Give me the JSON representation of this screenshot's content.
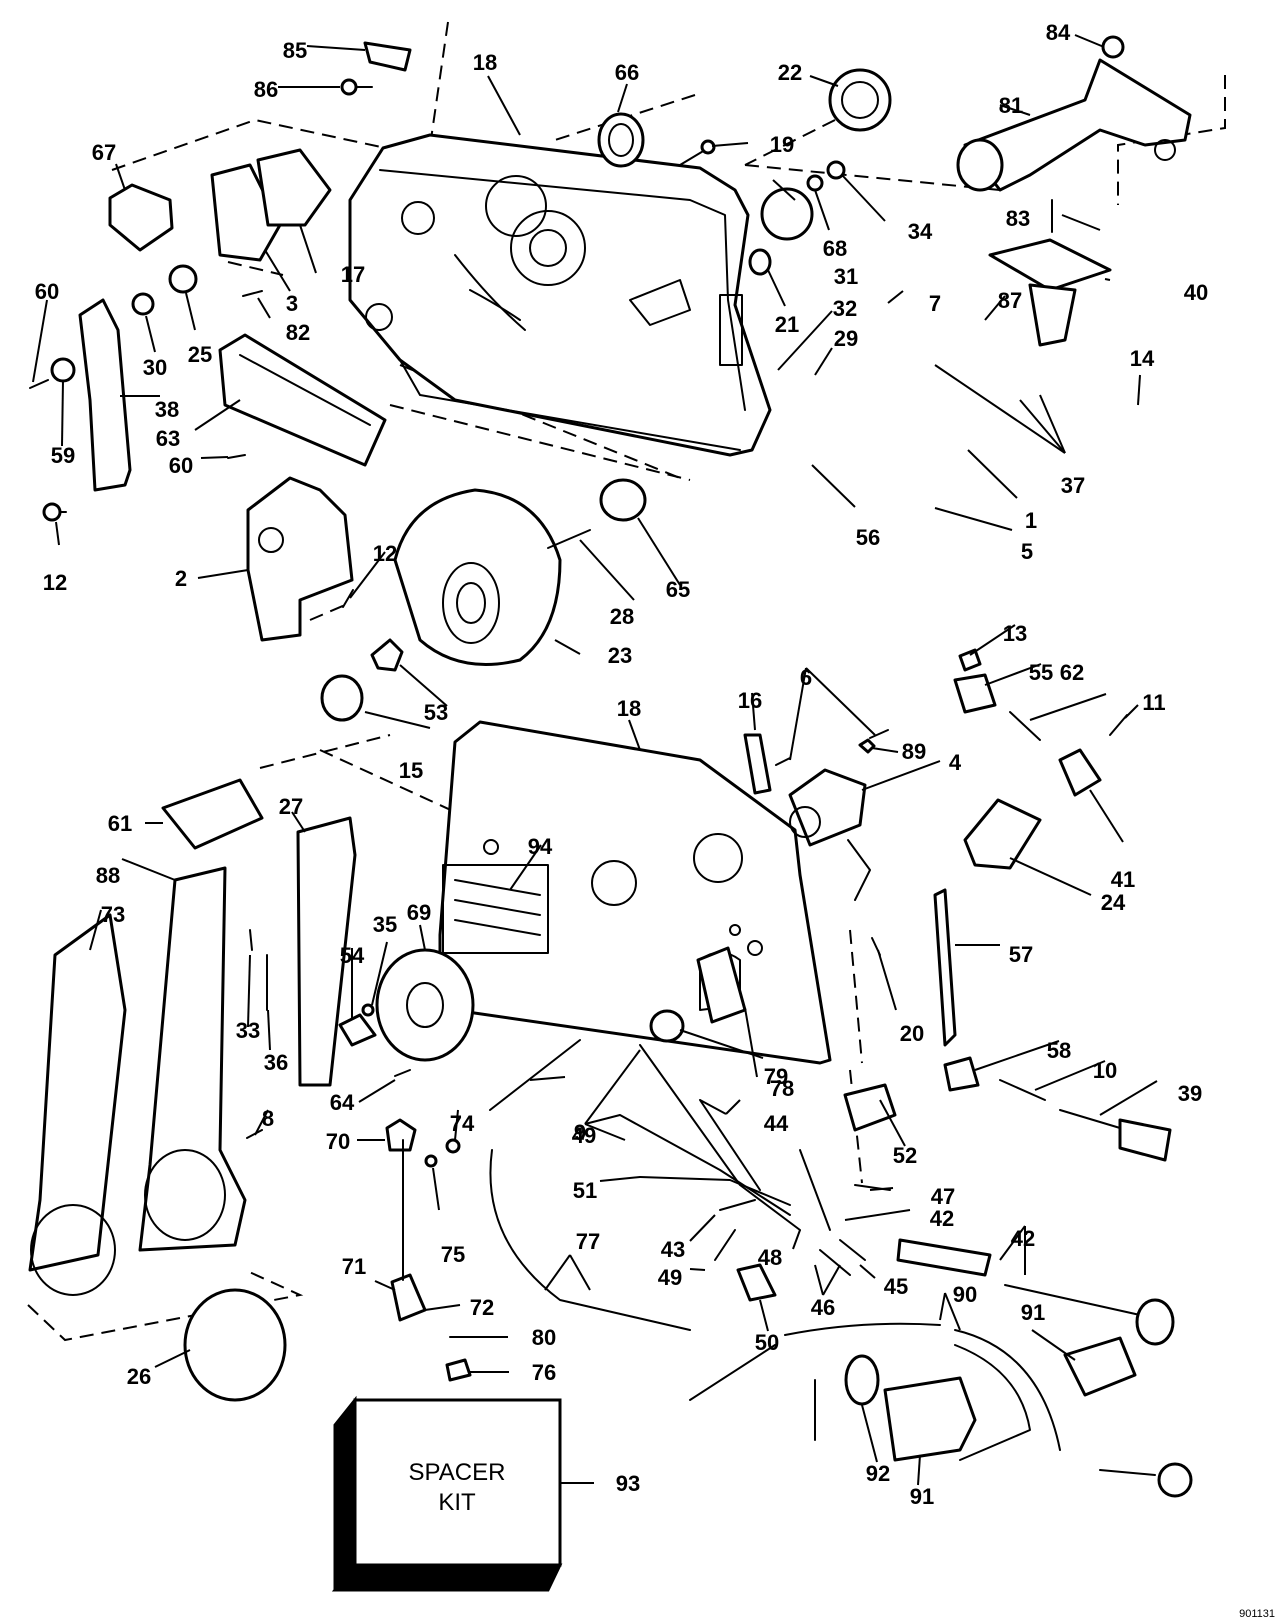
{
  "spacer_kit": {
    "line1": "SPACER",
    "line2": "KIT",
    "callout": "93"
  },
  "figure_code": "901131",
  "callouts": [
    {
      "id": "1",
      "label": "1"
    },
    {
      "id": "2",
      "label": "2"
    },
    {
      "id": "3",
      "label": "3"
    },
    {
      "id": "4",
      "label": "4"
    },
    {
      "id": "5",
      "label": "5"
    },
    {
      "id": "6",
      "label": "6"
    },
    {
      "id": "7",
      "label": "7"
    },
    {
      "id": "8",
      "label": "8"
    },
    {
      "id": "9",
      "label": "9"
    },
    {
      "id": "10",
      "label": "10"
    },
    {
      "id": "11",
      "label": "11"
    },
    {
      "id": "12a",
      "label": "12"
    },
    {
      "id": "12b",
      "label": "12"
    },
    {
      "id": "13",
      "label": "13"
    },
    {
      "id": "14",
      "label": "14"
    },
    {
      "id": "15",
      "label": "15"
    },
    {
      "id": "16",
      "label": "16"
    },
    {
      "id": "17",
      "label": "17"
    },
    {
      "id": "18a",
      "label": "18"
    },
    {
      "id": "18b",
      "label": "18"
    },
    {
      "id": "19",
      "label": "19"
    },
    {
      "id": "20",
      "label": "20"
    },
    {
      "id": "21",
      "label": "21"
    },
    {
      "id": "22",
      "label": "22"
    },
    {
      "id": "23",
      "label": "23"
    },
    {
      "id": "24",
      "label": "24"
    },
    {
      "id": "25",
      "label": "25"
    },
    {
      "id": "26",
      "label": "26"
    },
    {
      "id": "27",
      "label": "27"
    },
    {
      "id": "28",
      "label": "28"
    },
    {
      "id": "29",
      "label": "29"
    },
    {
      "id": "30",
      "label": "30"
    },
    {
      "id": "31",
      "label": "31"
    },
    {
      "id": "32",
      "label": "32"
    },
    {
      "id": "33",
      "label": "33"
    },
    {
      "id": "34",
      "label": "34"
    },
    {
      "id": "35",
      "label": "35"
    },
    {
      "id": "36",
      "label": "36"
    },
    {
      "id": "37",
      "label": "37"
    },
    {
      "id": "38",
      "label": "38"
    },
    {
      "id": "39",
      "label": "39"
    },
    {
      "id": "40",
      "label": "40"
    },
    {
      "id": "41",
      "label": "41"
    },
    {
      "id": "42a",
      "label": "42"
    },
    {
      "id": "42b",
      "label": "42"
    },
    {
      "id": "43",
      "label": "43"
    },
    {
      "id": "44",
      "label": "44"
    },
    {
      "id": "45",
      "label": "45"
    },
    {
      "id": "46",
      "label": "46"
    },
    {
      "id": "47",
      "label": "47"
    },
    {
      "id": "48",
      "label": "48"
    },
    {
      "id": "49a",
      "label": "49"
    },
    {
      "id": "49b",
      "label": "49"
    },
    {
      "id": "50",
      "label": "50"
    },
    {
      "id": "51",
      "label": "51"
    },
    {
      "id": "52",
      "label": "52"
    },
    {
      "id": "53",
      "label": "53"
    },
    {
      "id": "54",
      "label": "54"
    },
    {
      "id": "55",
      "label": "55"
    },
    {
      "id": "56",
      "label": "56"
    },
    {
      "id": "57",
      "label": "57"
    },
    {
      "id": "58",
      "label": "58"
    },
    {
      "id": "59",
      "label": "59"
    },
    {
      "id": "60a",
      "label": "60"
    },
    {
      "id": "60b",
      "label": "60"
    },
    {
      "id": "61",
      "label": "61"
    },
    {
      "id": "62",
      "label": "62"
    },
    {
      "id": "63",
      "label": "63"
    },
    {
      "id": "64",
      "label": "64"
    },
    {
      "id": "65",
      "label": "65"
    },
    {
      "id": "66",
      "label": "66"
    },
    {
      "id": "67",
      "label": "67"
    },
    {
      "id": "68",
      "label": "68"
    },
    {
      "id": "69",
      "label": "69"
    },
    {
      "id": "70",
      "label": "70"
    },
    {
      "id": "71",
      "label": "71"
    },
    {
      "id": "72",
      "label": "72"
    },
    {
      "id": "73",
      "label": "73"
    },
    {
      "id": "74",
      "label": "74"
    },
    {
      "id": "75",
      "label": "75"
    },
    {
      "id": "76",
      "label": "76"
    },
    {
      "id": "77",
      "label": "77"
    },
    {
      "id": "78",
      "label": "78"
    },
    {
      "id": "79",
      "label": "79"
    },
    {
      "id": "80",
      "label": "80"
    },
    {
      "id": "81",
      "label": "81"
    },
    {
      "id": "82",
      "label": "82"
    },
    {
      "id": "83",
      "label": "83"
    },
    {
      "id": "84",
      "label": "84"
    },
    {
      "id": "85",
      "label": "85"
    },
    {
      "id": "86",
      "label": "86"
    },
    {
      "id": "87",
      "label": "87"
    },
    {
      "id": "88",
      "label": "88"
    },
    {
      "id": "89",
      "label": "89"
    },
    {
      "id": "90",
      "label": "90"
    },
    {
      "id": "91a",
      "label": "91"
    },
    {
      "id": "91b",
      "label": "91"
    },
    {
      "id": "92",
      "label": "92"
    },
    {
      "id": "94",
      "label": "94"
    }
  ]
}
